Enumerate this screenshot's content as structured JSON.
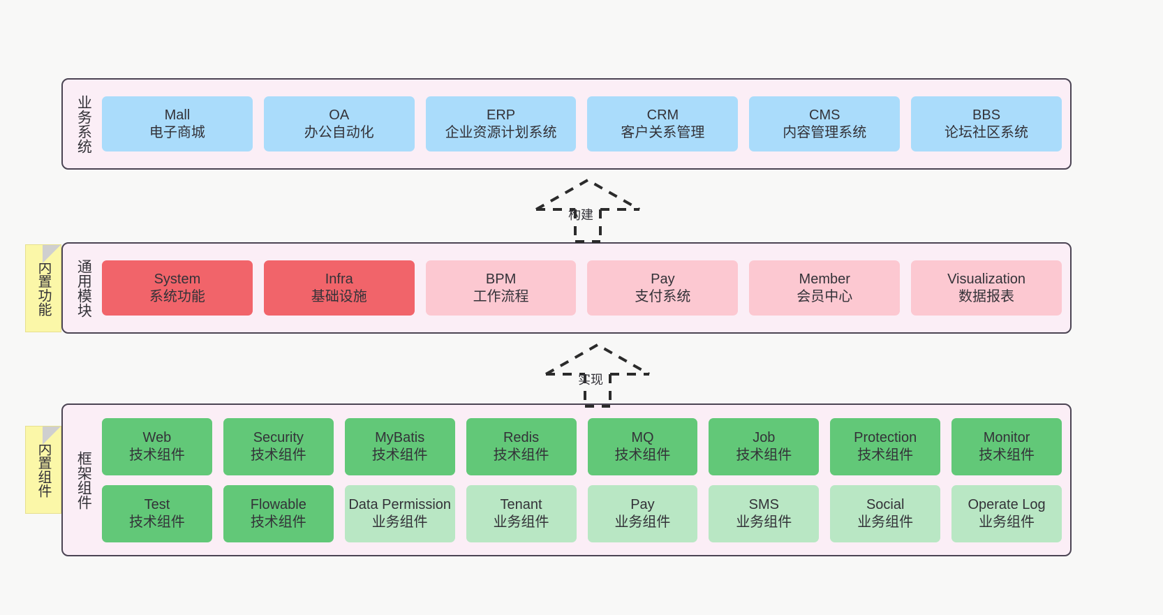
{
  "diagram": {
    "title_hidden": "",
    "colors": {
      "canvas": "#f8f8f7",
      "band_fill": "#fbeef6",
      "band_border": "#4b4453",
      "business_cell": "#aadcfb",
      "module_strong": "#f1646a",
      "module_light": "#fcc8d1",
      "tech_component": "#62c878",
      "business_component": "#b9e7c4",
      "note_fill": "#fbf7a8",
      "note_fold": "#cfcfcf",
      "text": "#333238"
    }
  },
  "layers": {
    "business": {
      "title": "业务系统",
      "cells": [
        {
          "t1": "Mall",
          "t2": "电子商城"
        },
        {
          "t1": "OA",
          "t2": "办公自动化"
        },
        {
          "t1": "ERP",
          "t2": "企业资源计划系统"
        },
        {
          "t1": "CRM",
          "t2": "客户关系管理"
        },
        {
          "t1": "CMS",
          "t2": "内容管理系统"
        },
        {
          "t1": "BBS",
          "t2": "论坛社区系统"
        }
      ]
    },
    "common": {
      "title": "通用模块",
      "note": "内置功能",
      "cells": [
        {
          "t1": "System",
          "t2": "系统功能",
          "color": "#f1646a"
        },
        {
          "t1": "Infra",
          "t2": "基础设施",
          "color": "#f1646a"
        },
        {
          "t1": "BPM",
          "t2": "工作流程",
          "color": "#fcc8d1"
        },
        {
          "t1": "Pay",
          "t2": "支付系统",
          "color": "#fcc8d1"
        },
        {
          "t1": "Member",
          "t2": "会员中心",
          "color": "#fcc8d1"
        },
        {
          "t1": "Visualization",
          "t2": "数据报表",
          "color": "#fcc8d1"
        }
      ]
    },
    "framework": {
      "title": "框架组件",
      "note": "内置组件",
      "row1": [
        {
          "t1": "Web",
          "t2": "技术组件",
          "color": "#62c878"
        },
        {
          "t1": "Security",
          "t2": "技术组件",
          "color": "#62c878"
        },
        {
          "t1": "MyBatis",
          "t2": "技术组件",
          "color": "#62c878"
        },
        {
          "t1": "Redis",
          "t2": "技术组件",
          "color": "#62c878"
        },
        {
          "t1": "MQ",
          "t2": "技术组件",
          "color": "#62c878"
        },
        {
          "t1": "Job",
          "t2": "技术组件",
          "color": "#62c878"
        },
        {
          "t1": "Protection",
          "t2": "技术组件",
          "color": "#62c878"
        },
        {
          "t1": "Monitor",
          "t2": "技术组件",
          "color": "#62c878"
        }
      ],
      "row2": [
        {
          "t1": "Test",
          "t2": "技术组件",
          "color": "#62c878"
        },
        {
          "t1": "Flowable",
          "t2": "技术组件",
          "color": "#62c878"
        },
        {
          "t1": "Data Permission",
          "t2": "业务组件",
          "color": "#b9e7c4"
        },
        {
          "t1": "Tenant",
          "t2": "业务组件",
          "color": "#b9e7c4"
        },
        {
          "t1": "Pay",
          "t2": "业务组件",
          "color": "#b9e7c4"
        },
        {
          "t1": "SMS",
          "t2": "业务组件",
          "color": "#b9e7c4"
        },
        {
          "t1": "Social",
          "t2": "业务组件",
          "color": "#b9e7c4"
        },
        {
          "t1": "Operate Log",
          "t2": "业务组件",
          "color": "#b9e7c4"
        }
      ]
    }
  },
  "connectors": [
    {
      "label": "构建",
      "from": "common",
      "to": "business",
      "style": "dashed-generalization"
    },
    {
      "label": "实现",
      "from": "framework",
      "to": "common",
      "style": "dashed-generalization"
    }
  ]
}
